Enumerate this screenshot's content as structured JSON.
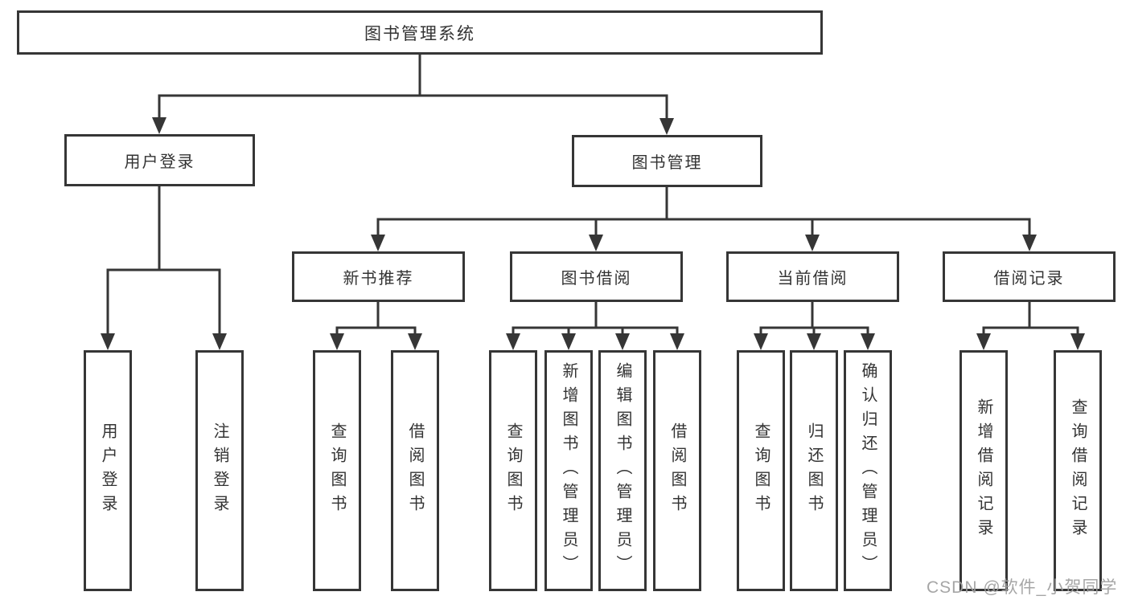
{
  "tree": {
    "root": {
      "label": "图书管理系统"
    },
    "children": [
      {
        "label": "用户登录",
        "children": [
          {
            "label": "用户登录"
          },
          {
            "label": "注销登录"
          }
        ]
      },
      {
        "label": "图书管理",
        "children": [
          {
            "label": "新书推荐",
            "children": [
              {
                "label": "查询图书"
              },
              {
                "label": "借阅图书"
              }
            ]
          },
          {
            "label": "图书借阅",
            "children": [
              {
                "label": "查询图书"
              },
              {
                "label": "新增图书（管理员）"
              },
              {
                "label": "编辑图书（管理员）"
              },
              {
                "label": "借阅图书"
              }
            ]
          },
          {
            "label": "当前借阅",
            "children": [
              {
                "label": "查询图书"
              },
              {
                "label": "归还图书"
              },
              {
                "label": "确认归还（管理员）"
              }
            ]
          },
          {
            "label": "借阅记录",
            "children": [
              {
                "label": "新增借阅记录"
              },
              {
                "label": "查询借阅记录"
              }
            ]
          }
        ]
      }
    ]
  },
  "watermark": {
    "text": "CSDN @软件_小贺同学"
  },
  "colors": {
    "line": "#363636",
    "text": "#333333",
    "watermark": "#9e9e9e",
    "background": "#ffffff"
  }
}
